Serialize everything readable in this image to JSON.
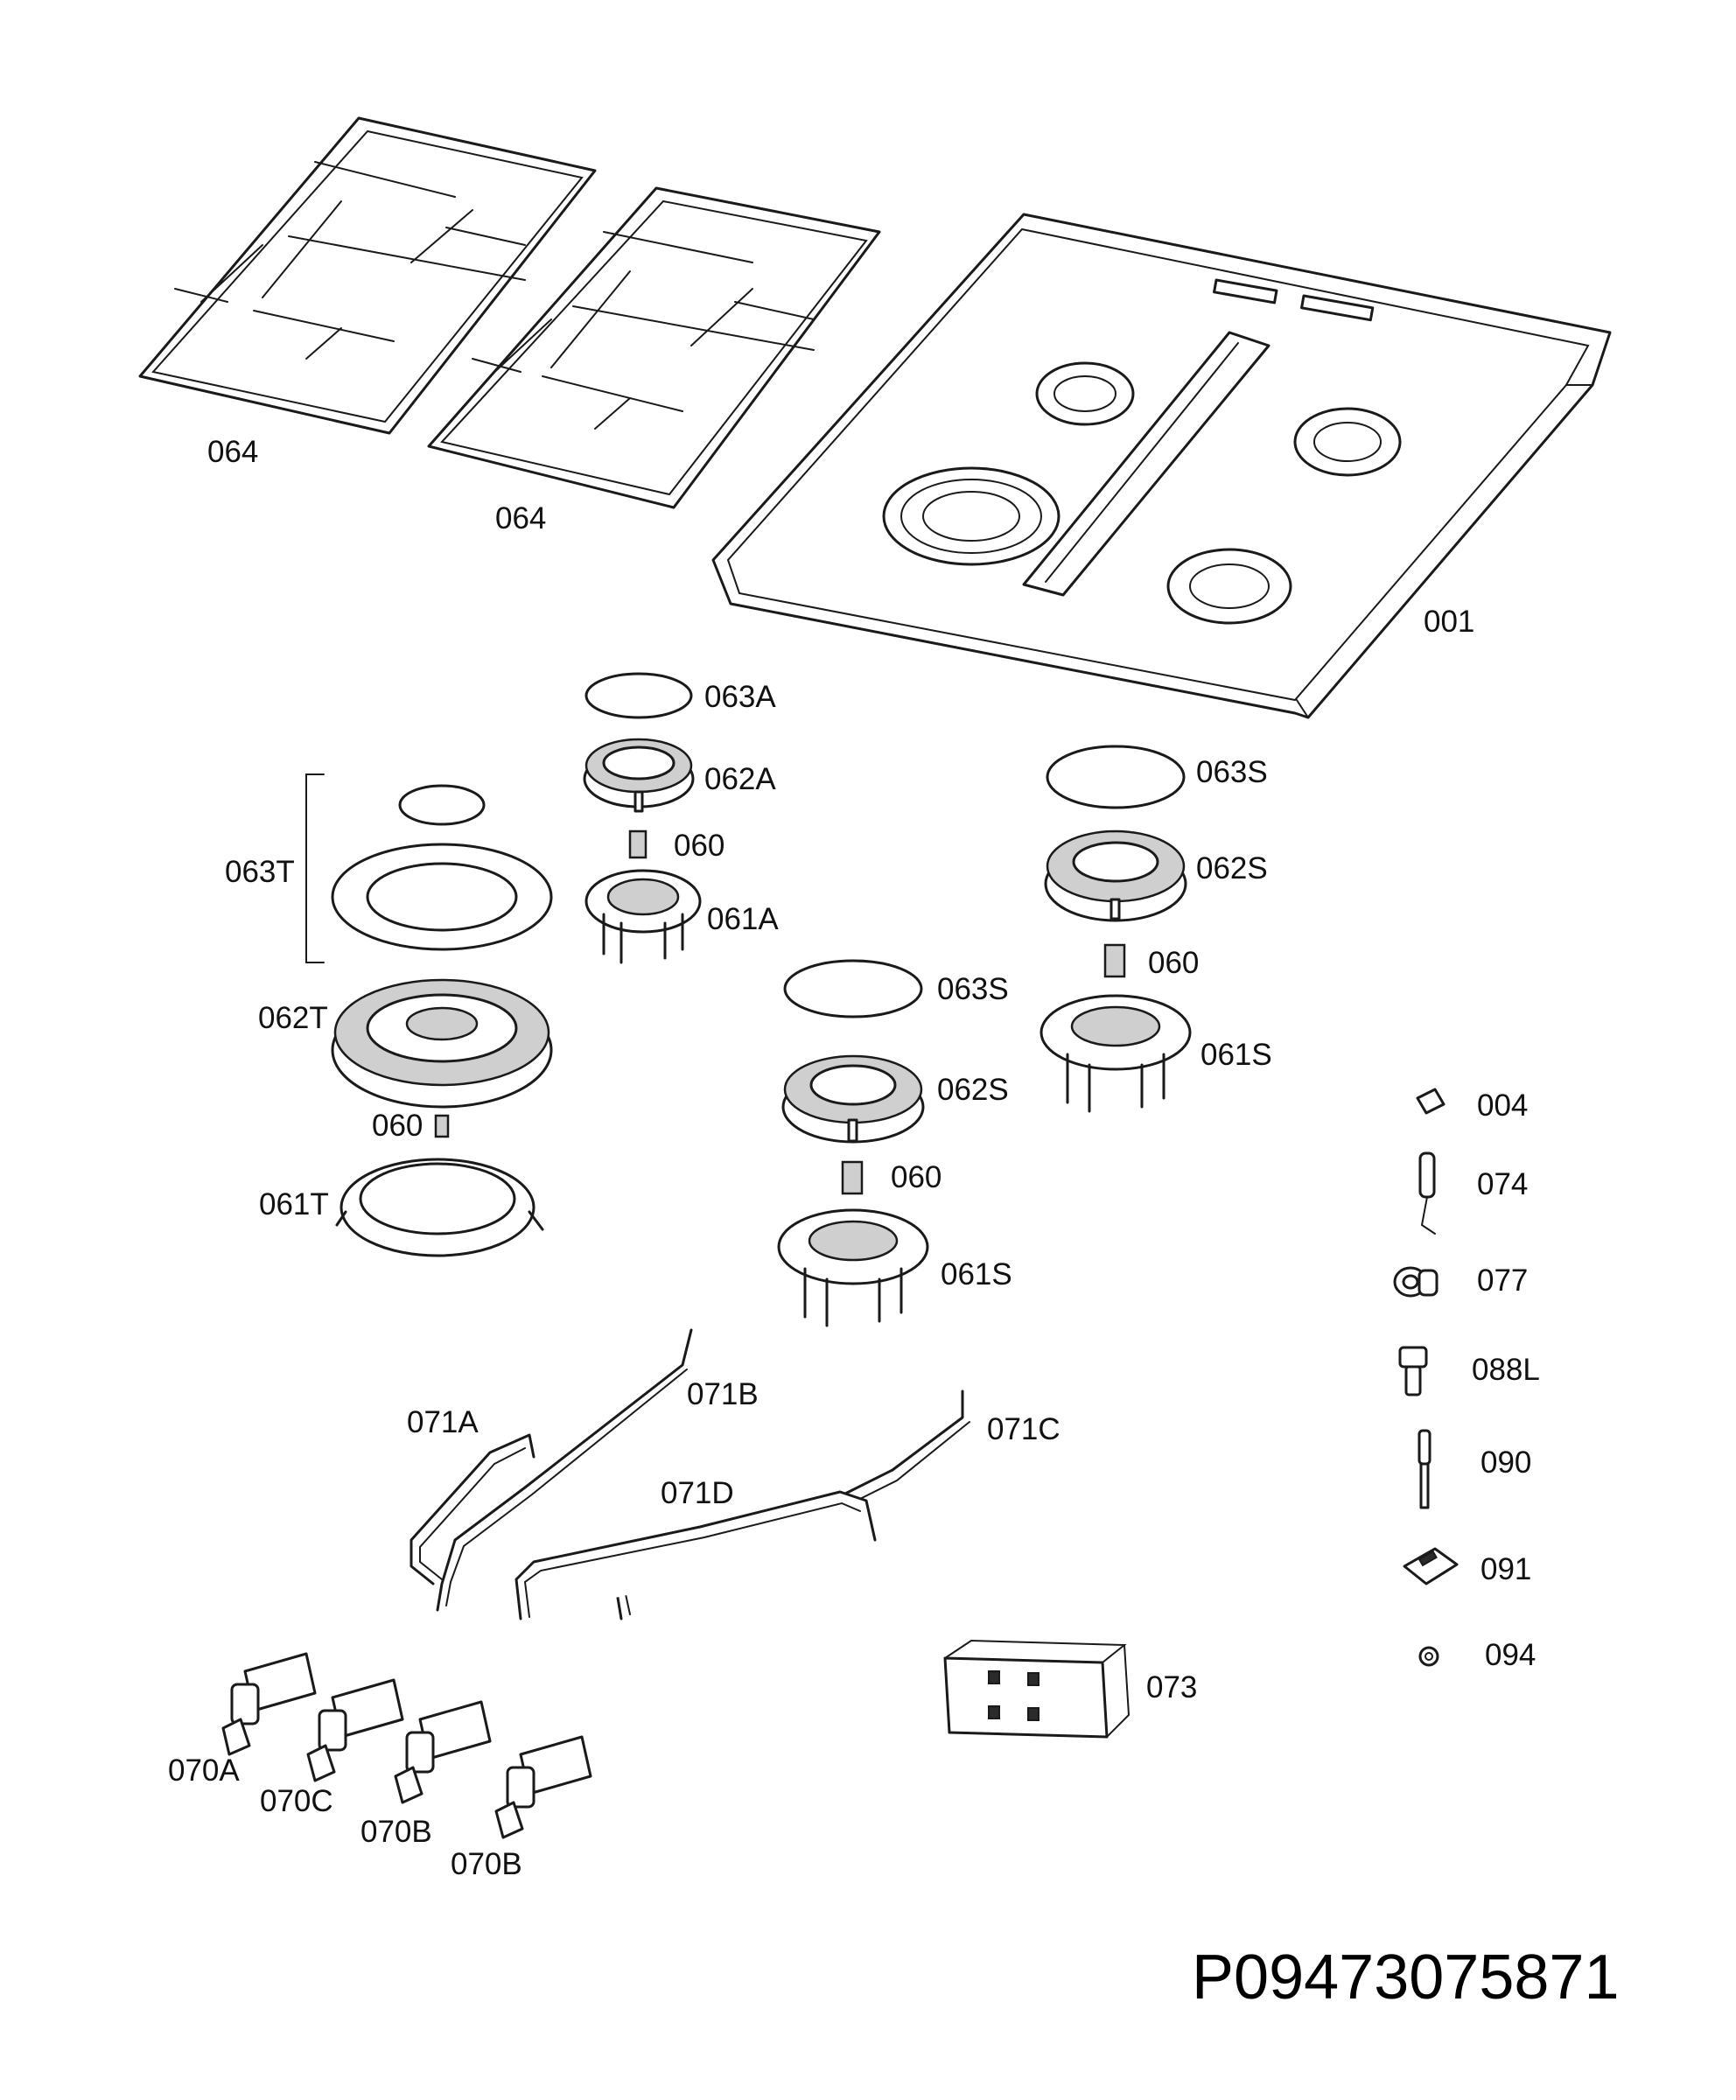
{
  "doc_number": "P09473075871",
  "labels": {
    "grid_left": "064",
    "grid_right": "064",
    "hob_top": "001",
    "cap_aux": "063A",
    "head_aux": "062A",
    "injector_aux": "060",
    "base_aux": "061A",
    "cap_triple": "063T",
    "head_triple": "062T",
    "injector_triple": "060",
    "base_triple": "061T",
    "cap_semi_center": "063S",
    "head_semi_center": "062S",
    "injector_semi_center": "060",
    "base_semi_center": "061S",
    "cap_semi_right": "063S",
    "head_semi_right": "062S",
    "injector_semi_right": "060",
    "base_semi_right": "061S",
    "screw": "004",
    "electrode": "074",
    "elbow": "077",
    "connector": "088L",
    "thermocouple": "090",
    "switch": "091",
    "nut": "094",
    "pipe_a": "071A",
    "pipe_b": "071B",
    "pipe_c": "071C",
    "pipe_d": "071D",
    "ignition_unit": "073",
    "valve_a": "070A",
    "valve_c": "070C",
    "valve_b1": "070B",
    "valve_b2": "070B"
  },
  "colors": {
    "line": "#1a1a1a",
    "background": "#ffffff",
    "fill_grey": "#cfcfcf"
  }
}
